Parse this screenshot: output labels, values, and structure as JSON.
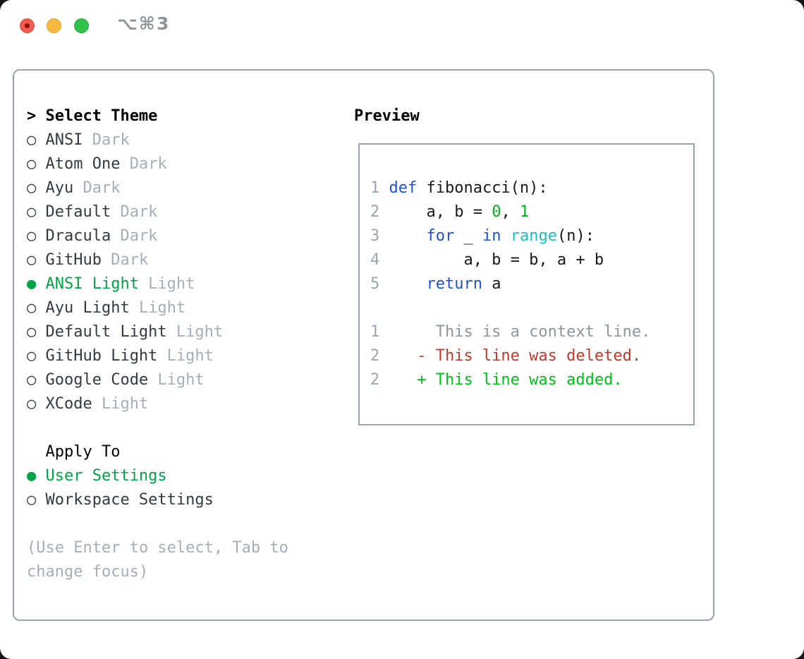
{
  "window": {
    "title": "⌥⌘3"
  },
  "markers": {
    "selected": "●",
    "unselected": "○"
  },
  "theme_picker": {
    "prompt": ">",
    "header": "Select Theme",
    "options": [
      {
        "label": "ANSI",
        "tag": "Dark",
        "selected": false
      },
      {
        "label": "Atom One",
        "tag": "Dark",
        "selected": false
      },
      {
        "label": "Ayu",
        "tag": "Dark",
        "selected": false
      },
      {
        "label": "Default",
        "tag": "Dark",
        "selected": false
      },
      {
        "label": "Dracula",
        "tag": "Dark",
        "selected": false
      },
      {
        "label": "GitHub",
        "tag": "Dark",
        "selected": false
      },
      {
        "label": "ANSI Light",
        "tag": "Light",
        "selected": true
      },
      {
        "label": "Ayu Light",
        "tag": "Light",
        "selected": false
      },
      {
        "label": "Default Light",
        "tag": "Light",
        "selected": false
      },
      {
        "label": "GitHub Light",
        "tag": "Light",
        "selected": false
      },
      {
        "label": "Google Code",
        "tag": "Light",
        "selected": false
      },
      {
        "label": "XCode",
        "tag": "Light",
        "selected": false
      }
    ]
  },
  "apply_to": {
    "header": "Apply To",
    "options": [
      {
        "label": "User Settings",
        "selected": true
      },
      {
        "label": "Workspace Settings",
        "selected": false
      }
    ]
  },
  "help": {
    "lines": [
      "(Use Enter to select, Tab to",
      "change focus)"
    ]
  },
  "preview": {
    "header": "Preview",
    "lines": [
      {
        "num": "1",
        "segments": [
          {
            "text": "def",
            "color": "keyword"
          },
          {
            "text": " fibonacci(n):",
            "color": "fg"
          }
        ]
      },
      {
        "num": "2",
        "segments": [
          {
            "text": "    a, b = ",
            "color": "fg"
          },
          {
            "text": "0",
            "color": "number"
          },
          {
            "text": ", ",
            "color": "fg"
          },
          {
            "text": "1",
            "color": "number"
          }
        ]
      },
      {
        "num": "3",
        "segments": [
          {
            "text": "    ",
            "color": "fg"
          },
          {
            "text": "for",
            "color": "keyword"
          },
          {
            "text": " _ ",
            "color": "fg"
          },
          {
            "text": "in",
            "color": "keyword"
          },
          {
            "text": " ",
            "color": "fg"
          },
          {
            "text": "range",
            "color": "builtin"
          },
          {
            "text": "(n):",
            "color": "fg"
          }
        ]
      },
      {
        "num": "4",
        "segments": [
          {
            "text": "        a, b = b, a + b",
            "color": "fg"
          }
        ]
      },
      {
        "num": "5",
        "segments": [
          {
            "text": "    ",
            "color": "fg"
          },
          {
            "text": "return",
            "color": "keyword"
          },
          {
            "text": " a",
            "color": "fg"
          }
        ]
      },
      {
        "num": "",
        "segments": []
      },
      {
        "num": "1",
        "segments": [
          {
            "text": "     This is a context line.",
            "color": "context"
          }
        ]
      },
      {
        "num": "2",
        "segments": [
          {
            "text": "   - This line was deleted.",
            "color": "deleted"
          }
        ]
      },
      {
        "num": "2",
        "segments": [
          {
            "text": "   + This line was added.",
            "color": "added"
          }
        ]
      }
    ]
  },
  "colors": {
    "header": "#000000",
    "item": "#343a41",
    "muted": "#a5aeb9",
    "selected": "#00a546",
    "border": "#99a3ae",
    "titlebar": "#8f949b",
    "fg": "#17191d",
    "keyword": "#1f51db",
    "builtin": "#19bec7",
    "number": "#00b31d",
    "added": "#00c216",
    "deleted": "#c23a2b",
    "context": "#8e969c",
    "line_number": "#9aa5b1",
    "tl_red": "#f25b4e",
    "tl_red_dot": "#8c130b",
    "tl_yellow": "#f5ba3f",
    "tl_green": "#2fc148"
  }
}
